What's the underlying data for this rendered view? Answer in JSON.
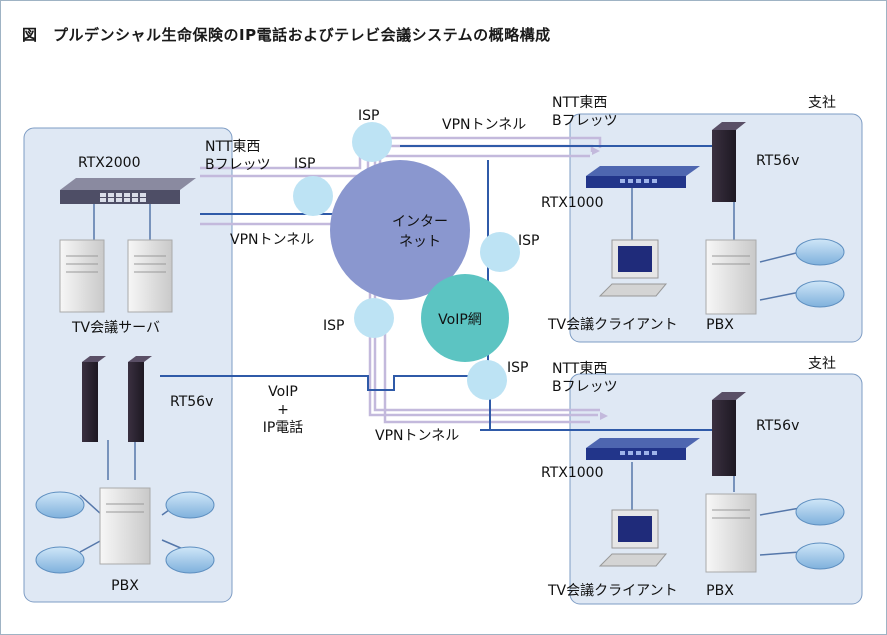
{
  "title": "図　プルデンシャル生命保険のIP電話およびテレビ会議システムの概略構成",
  "labels": {
    "branch": "支社",
    "isp": "ISP",
    "ntt_line1": "NTT東西",
    "ntt_line2": "Bフレッツ",
    "vpn_tunnel": "VPNトンネル",
    "internet_line1": "インター",
    "internet_line2": "ネット",
    "voip_net": "VoIP網",
    "rtx2000": "RTX2000",
    "rtx1000": "RTX1000",
    "rt56v": "RT56v",
    "tv_server": "TV会議サーバ",
    "tv_client": "TV会議クライアント",
    "pbx": "PBX",
    "voip_line1": "VoIP",
    "voip_line2": "+",
    "voip_line3": "IP電話"
  },
  "colors": {
    "region_fill": "#dfe8f4",
    "region_border": "#7d9cc4",
    "internet": "#8a97cf",
    "voip": "#5cc4c2",
    "isp": "#bde3f4",
    "line_dark": "#2f5aa8",
    "line_light": "#c3b9dc"
  }
}
